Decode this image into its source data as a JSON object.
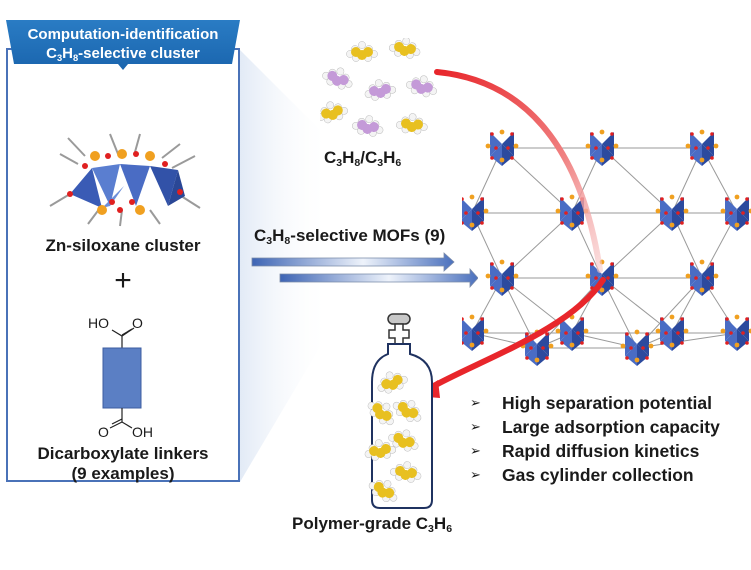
{
  "left_panel": {
    "banner_line1": "Computation-identification",
    "banner_line2_prefix": "C",
    "banner_line2_sub1": "3",
    "banner_line2_mid": "H",
    "banner_line2_sub2": "8",
    "banner_line2_suffix": "-selective cluster",
    "cluster_label": "Zn-siloxane cluster",
    "plus": "+",
    "linker_top_group": "HO",
    "linker_top_o": "O",
    "linker_bottom_o": "O",
    "linker_bottom_group": "OH",
    "linker_label": "Dicarboxylate linkers",
    "linker_count": "(9 examples)"
  },
  "mixture": {
    "label_c1": "C",
    "label_s1": "3",
    "label_h1": "H",
    "label_s2": "8",
    "label_slash": "/C",
    "label_s3": "3",
    "label_h2": "H",
    "label_s4": "6"
  },
  "process_arrow": {
    "label_c": "C",
    "label_s1": "3",
    "label_h": "H",
    "label_s2": "8",
    "label_rest": "-selective MOFs (9)"
  },
  "product": {
    "label_prefix": "Polymer-grade C",
    "label_s1": "3",
    "label_h": "H",
    "label_s2": "6"
  },
  "features": [
    "High separation potential",
    "Large adsorption capacity",
    "Rapid diffusion kinetics",
    "Gas cylinder collection"
  ],
  "bullet_glyph": "➢",
  "icons": {
    "cluster": "zn-siloxane-cluster-structure",
    "linker": "dicarboxylate-linker-structure",
    "molecules": "propane-propylene-molecules",
    "mof": "mof-framework-structure",
    "cylinder": "gas-cylinder"
  },
  "colors": {
    "frame_blue": "#4a72b8",
    "banner_blue": "#1f6fb8",
    "polyhedra_blue": "#3a5bb5",
    "propane_yellow": "#e8c020",
    "propylene_purple": "#c49ad8",
    "arrow_red": "#e8262b",
    "oxygen_red": "#e02020",
    "silicon_orange": "#f0a020"
  }
}
